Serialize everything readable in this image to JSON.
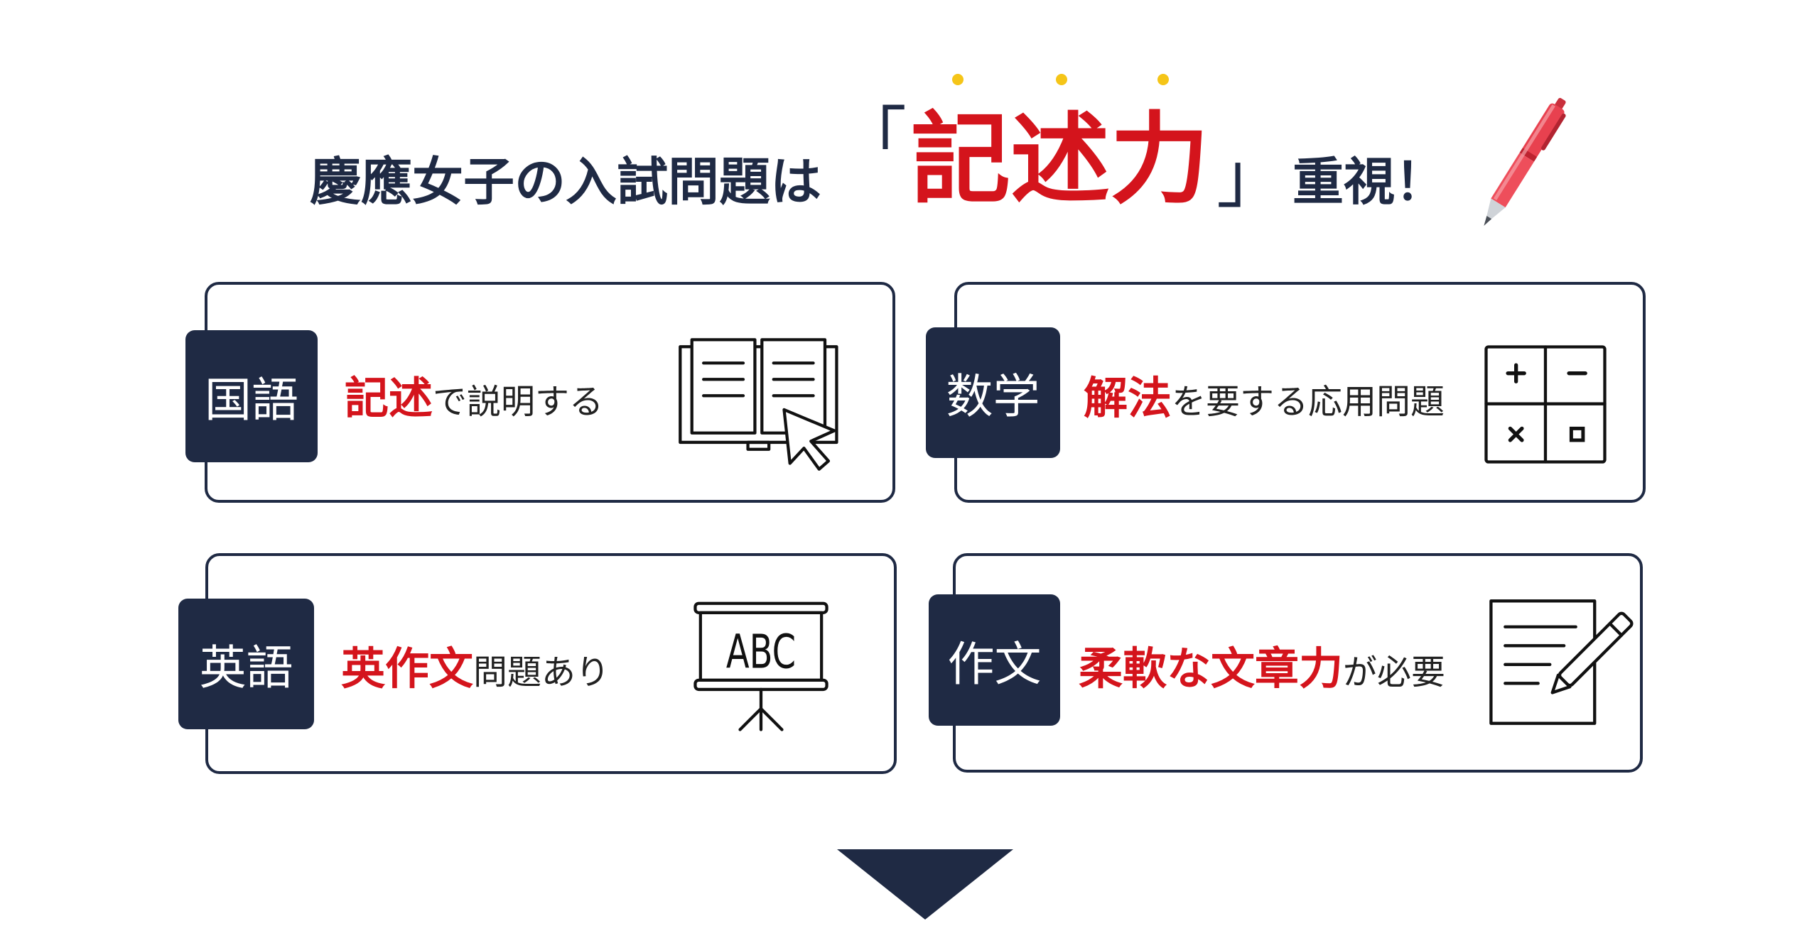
{
  "title": {
    "prefix": "慶應女子の入試問題は",
    "bracket_open": "「",
    "emphasis": "記述力",
    "bracket_close": "」",
    "suffix": "重視！"
  },
  "cards": [
    {
      "subject": "国語",
      "highlight": "記述",
      "rest": "で説明する",
      "icon": "open-book-cursor-icon"
    },
    {
      "subject": "数学",
      "highlight": "解法",
      "rest": "を要する応用問題",
      "icon": "calculator-symbols-icon"
    },
    {
      "subject": "英語",
      "highlight": "英作文",
      "rest": "問題あり",
      "icon": "abc-whiteboard-icon",
      "icon_text": "ABC"
    },
    {
      "subject": "作文",
      "highlight": "柔軟な文章力",
      "rest": "が必要",
      "icon": "notepad-pencil-icon"
    }
  ],
  "icons": {
    "title_decoration": "red-pen-icon",
    "next": "down-triangle-icon"
  },
  "colors": {
    "navy": "#1f2a44",
    "accent_red": "#d4141c",
    "emphasis_dot": "#f5c518",
    "text": "#222222",
    "icon_stroke": "#111111"
  }
}
